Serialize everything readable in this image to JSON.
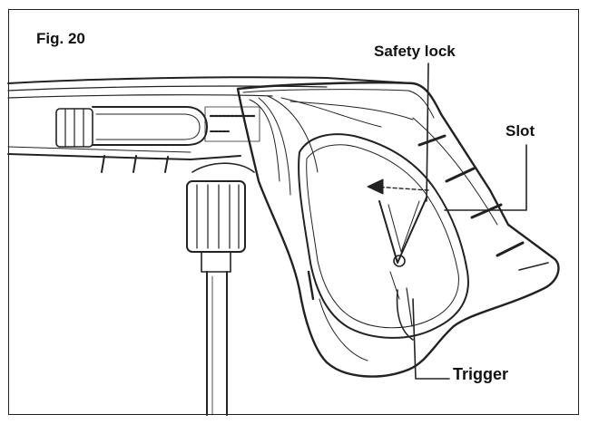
{
  "figure": {
    "label": "Fig. 20"
  },
  "callouts": {
    "safety_lock": "Safety lock",
    "slot": "Slot",
    "trigger": "Trigger"
  },
  "colors": {
    "line": "#222222",
    "background": "#ffffff"
  }
}
